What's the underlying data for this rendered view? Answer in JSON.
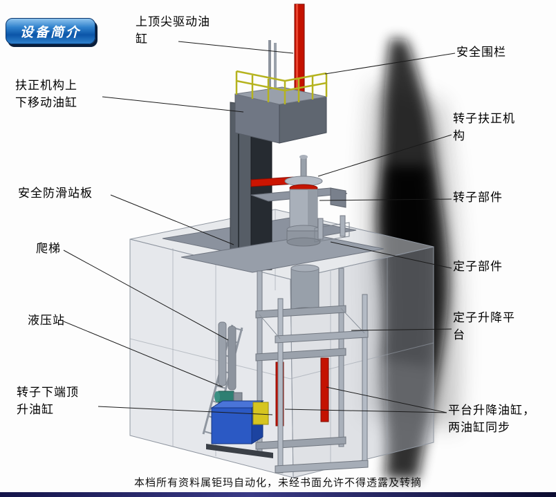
{
  "badge": {
    "label": "设备简介"
  },
  "labels": [
    {
      "id": "top-center-drive-cylinder",
      "text": "上顶尖驱动油\n缸"
    },
    {
      "id": "safety-fence",
      "text": "安全围栏"
    },
    {
      "id": "righting-mechanism-move-cylinder",
      "text": "扶正机构上\n下移动油缸"
    },
    {
      "id": "rotor-righting-mechanism",
      "text": "转子扶正机\n构"
    },
    {
      "id": "anti-slip-platform",
      "text": "安全防滑站板"
    },
    {
      "id": "rotor-component",
      "text": "转子部件"
    },
    {
      "id": "ladder",
      "text": "爬梯"
    },
    {
      "id": "stator-component",
      "text": "定子部件"
    },
    {
      "id": "hydraulic-station",
      "text": "液压站"
    },
    {
      "id": "stator-lifting-platform",
      "text": "定子升降平\n台"
    },
    {
      "id": "rotor-bottom-jacking-cylinder",
      "text": "转子下端顶\n升油缸"
    },
    {
      "id": "platform-lifting-cylinders",
      "text": "平台升降油缸，\n两油缸同步"
    }
  ],
  "footer": {
    "text": "本档所有资料属钜玛自动化，未经书面允许不得透露及转摘"
  },
  "colors": {
    "badge_blue": "#0b55a8",
    "cylinder_red": "#c41200",
    "railing_yellow": "#b5b31e",
    "hydraulic_blue": "#2b59c4",
    "machine_gray": "#98a0aa"
  }
}
